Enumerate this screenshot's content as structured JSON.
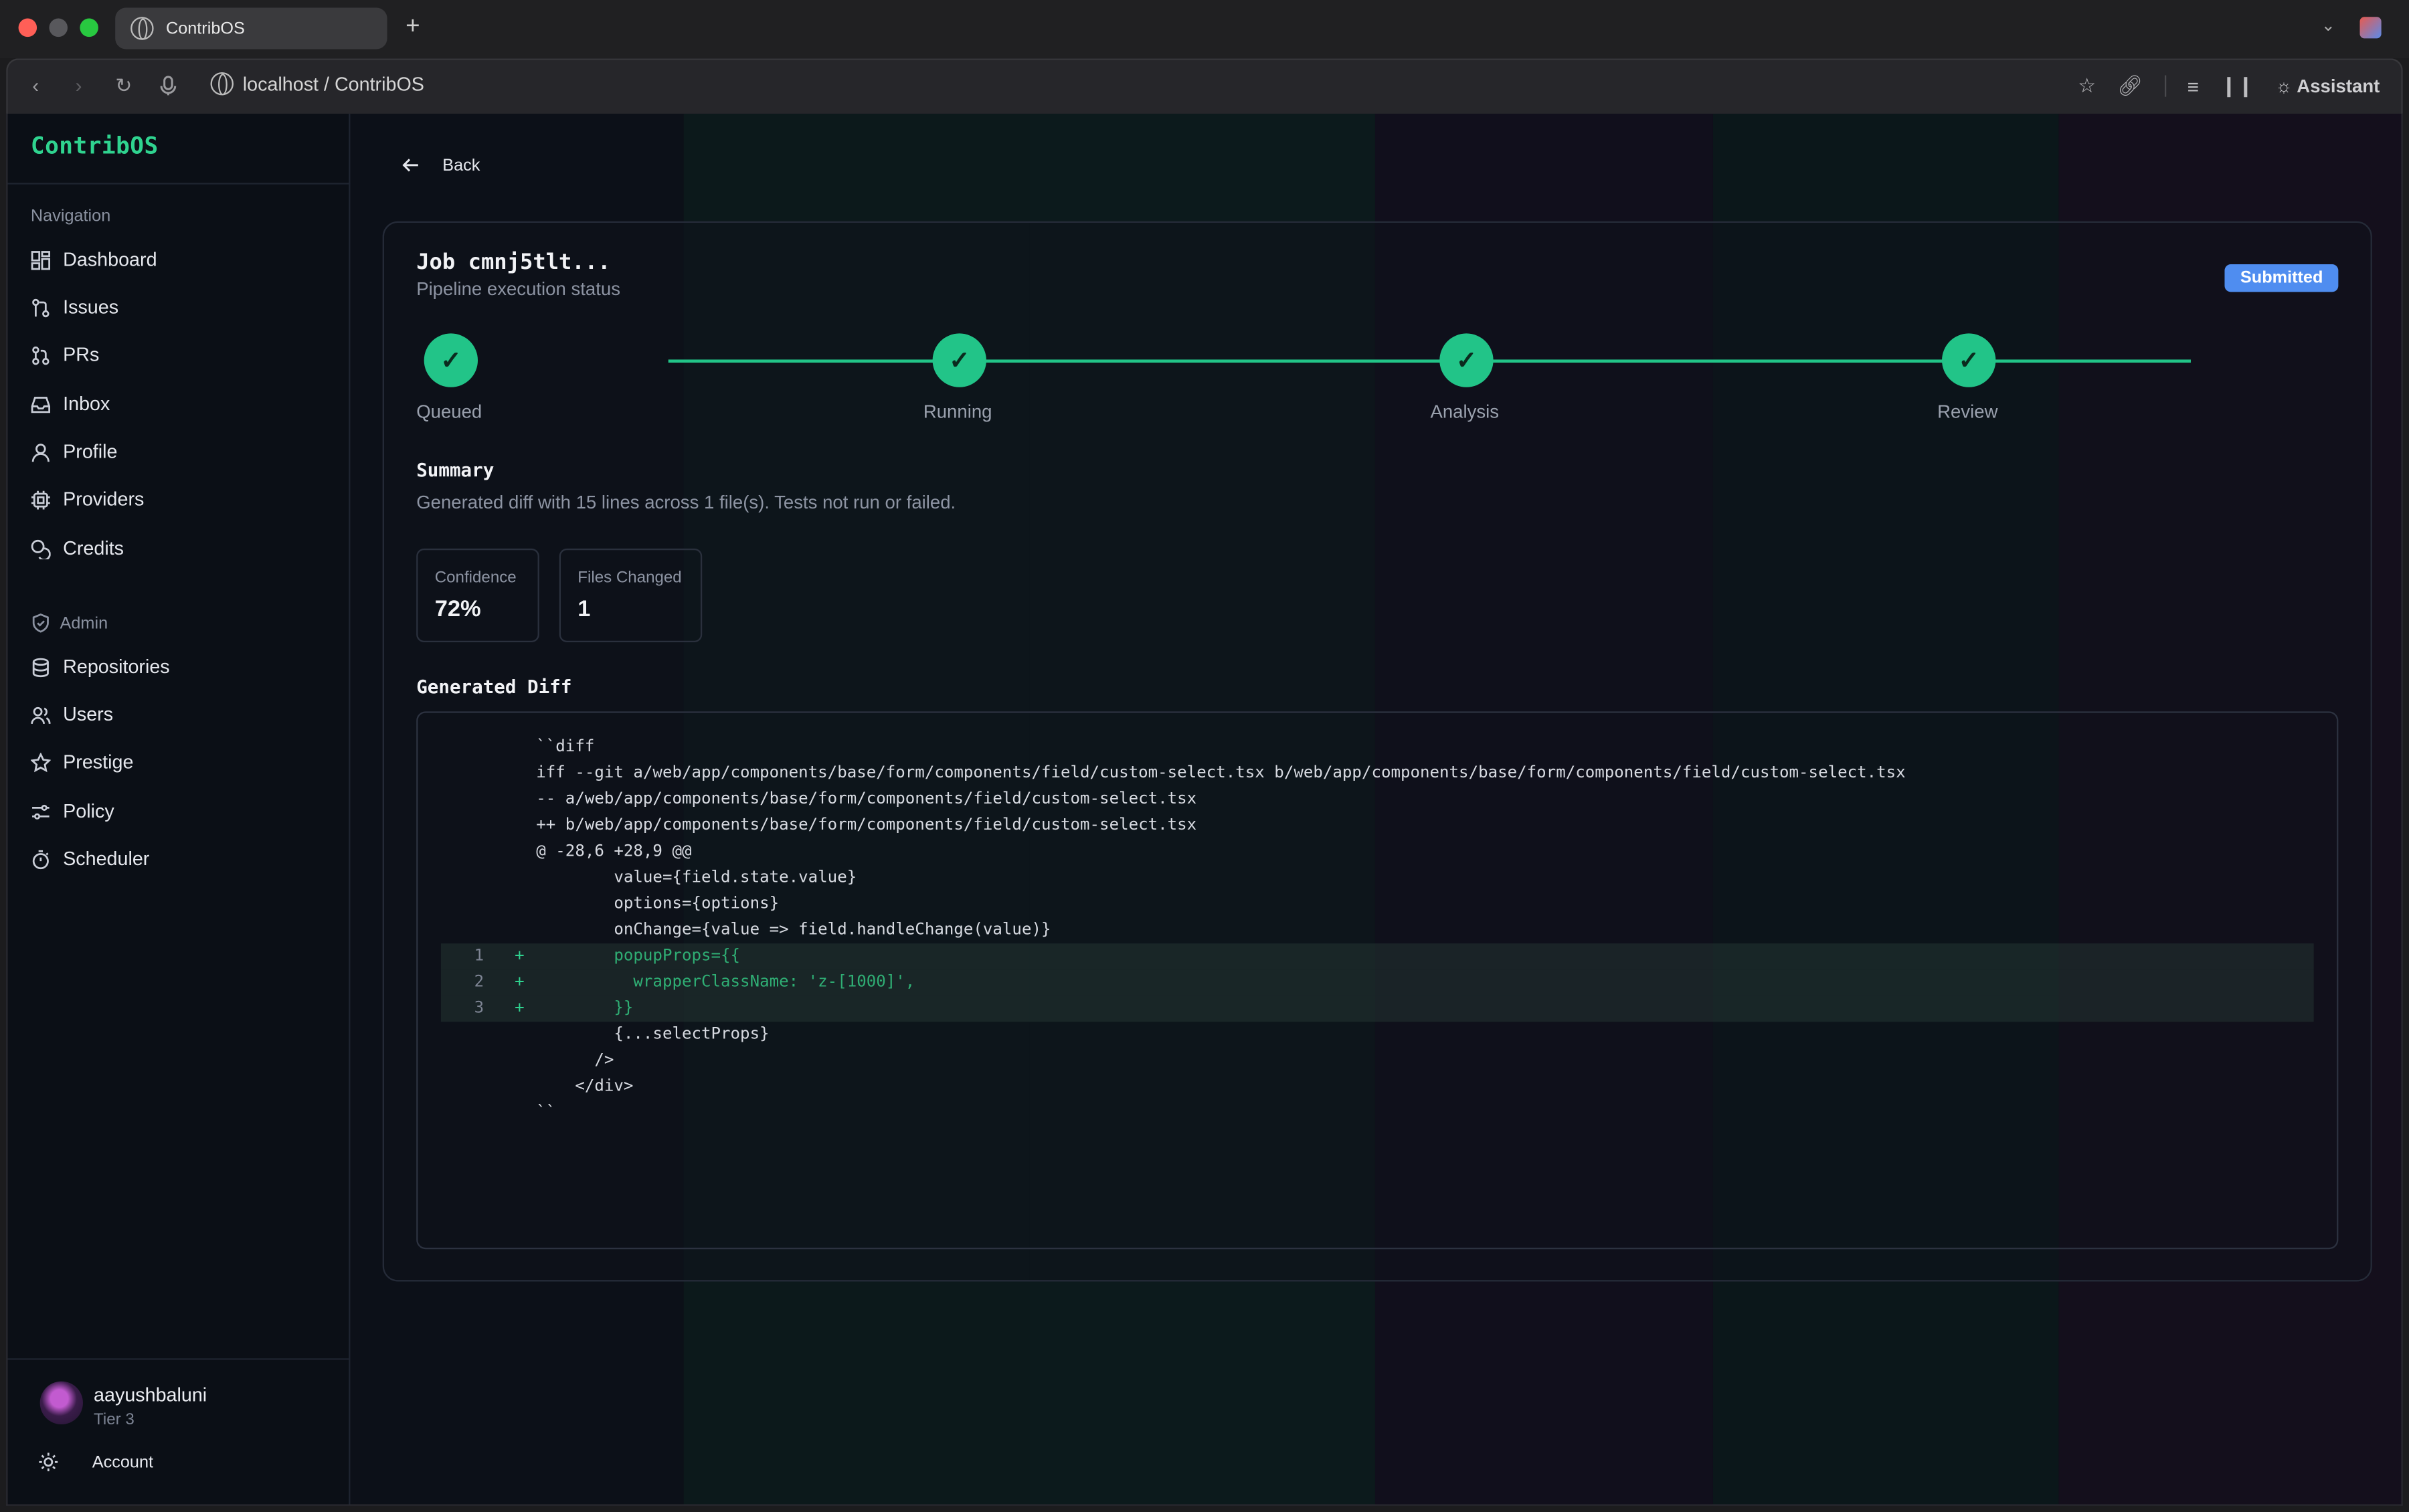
{
  "browser": {
    "tab_title": "ContribOS",
    "new_tab": "+",
    "url": "localhost / ContribOS",
    "assistant": "Assistant"
  },
  "sidebar": {
    "brand": "ContribOS",
    "nav_label": "Navigation",
    "nav": [
      {
        "label": "Dashboard",
        "icon": "dashboard-icon"
      },
      {
        "label": "Issues",
        "icon": "issues-icon"
      },
      {
        "label": "PRs",
        "icon": "pull-request-icon"
      },
      {
        "label": "Inbox",
        "icon": "inbox-icon"
      },
      {
        "label": "Profile",
        "icon": "user-icon"
      },
      {
        "label": "Providers",
        "icon": "chip-icon"
      },
      {
        "label": "Credits",
        "icon": "coins-icon"
      }
    ],
    "admin_label": "Admin",
    "admin": [
      {
        "label": "Repositories",
        "icon": "database-icon"
      },
      {
        "label": "Users",
        "icon": "users-icon"
      },
      {
        "label": "Prestige",
        "icon": "star-icon"
      },
      {
        "label": "Policy",
        "icon": "sliders-icon"
      },
      {
        "label": "Scheduler",
        "icon": "timer-icon"
      }
    ],
    "user": {
      "name": "aayushbaluni",
      "tier": "Tier 3"
    },
    "account": "Account"
  },
  "main": {
    "back": "Back",
    "job_title": "Job cmnj5tlt...",
    "job_subtitle": "Pipeline execution status",
    "status_badge": "Submitted",
    "steps": [
      "Queued",
      "Running",
      "Analysis",
      "Review"
    ],
    "summary_heading": "Summary",
    "summary_text": "Generated diff with 15 lines across 1 file(s). Tests not run or failed.",
    "stats": [
      {
        "label": "Confidence",
        "value": "72%"
      },
      {
        "label": "Files Changed",
        "value": "1"
      }
    ],
    "diff_heading": "Generated Diff",
    "diff_lines": [
      {
        "num": "",
        "sign": "",
        "code": "``diff",
        "add": false
      },
      {
        "num": "",
        "sign": "",
        "code": "iff --git a/web/app/components/base/form/components/field/custom-select.tsx b/web/app/components/base/form/components/field/custom-select.tsx",
        "add": false
      },
      {
        "num": "",
        "sign": "",
        "code": "-- a/web/app/components/base/form/components/field/custom-select.tsx",
        "add": false
      },
      {
        "num": "",
        "sign": "",
        "code": "++ b/web/app/components/base/form/components/field/custom-select.tsx",
        "add": false
      },
      {
        "num": "",
        "sign": "",
        "code": "@ -28,6 +28,9 @@",
        "add": false
      },
      {
        "num": "",
        "sign": "",
        "code": "        value={field.state.value}",
        "add": false
      },
      {
        "num": "",
        "sign": "",
        "code": "        options={options}",
        "add": false
      },
      {
        "num": "",
        "sign": "",
        "code": "        onChange={value => field.handleChange(value)}",
        "add": false
      },
      {
        "num": "1",
        "sign": "+",
        "code": "        popupProps={{",
        "add": true
      },
      {
        "num": "2",
        "sign": "+",
        "code": "          wrapperClassName: 'z-[1000]',",
        "add": true
      },
      {
        "num": "3",
        "sign": "+",
        "code": "        }}",
        "add": true
      },
      {
        "num": "",
        "sign": "",
        "code": "        {...selectProps}",
        "add": false
      },
      {
        "num": "",
        "sign": "",
        "code": "      />",
        "add": false
      },
      {
        "num": "",
        "sign": "",
        "code": "    </div>",
        "add": false
      },
      {
        "num": "",
        "sign": "",
        "code": "``",
        "add": false
      }
    ]
  },
  "colors": {
    "accent": "#22c488",
    "brand": "#2fd38f",
    "badge": "#4f8df0",
    "background": "#0c1018"
  }
}
